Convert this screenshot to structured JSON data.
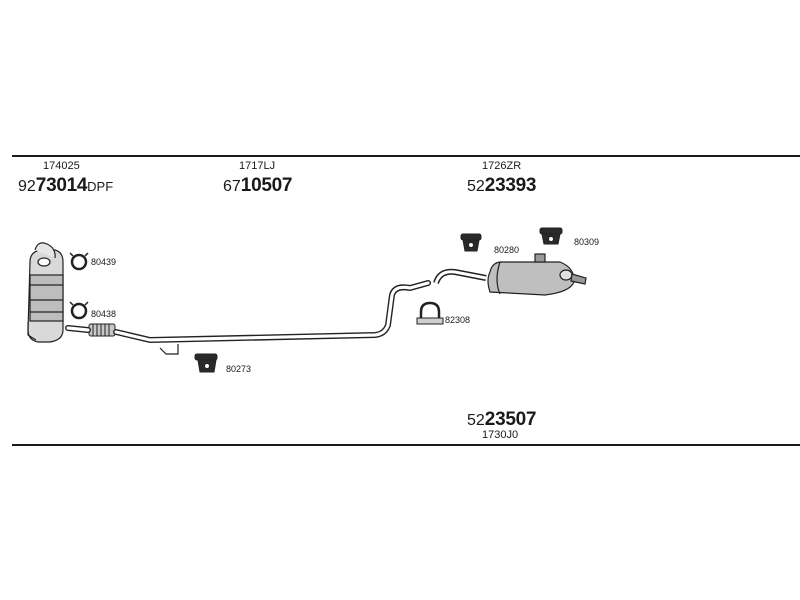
{
  "parts": {
    "cat": {
      "ref": "174025",
      "pn_prefix": "92",
      "pn_main": "73014",
      "pn_suffix": "DPF"
    },
    "mid": {
      "ref": "1717LJ",
      "pn_prefix": "67",
      "pn_main": "10507"
    },
    "rear": {
      "ref": "1726ZR",
      "pn_prefix": "52",
      "pn_main": "23393"
    },
    "bottom": {
      "pn_prefix": "52",
      "pn_main": "23507",
      "ref": "1730J0"
    }
  },
  "callouts": {
    "c80439": "80439",
    "c80438": "80438",
    "c80273": "80273",
    "c80280": "80280",
    "c80309": "80309",
    "c82308": "82308"
  }
}
